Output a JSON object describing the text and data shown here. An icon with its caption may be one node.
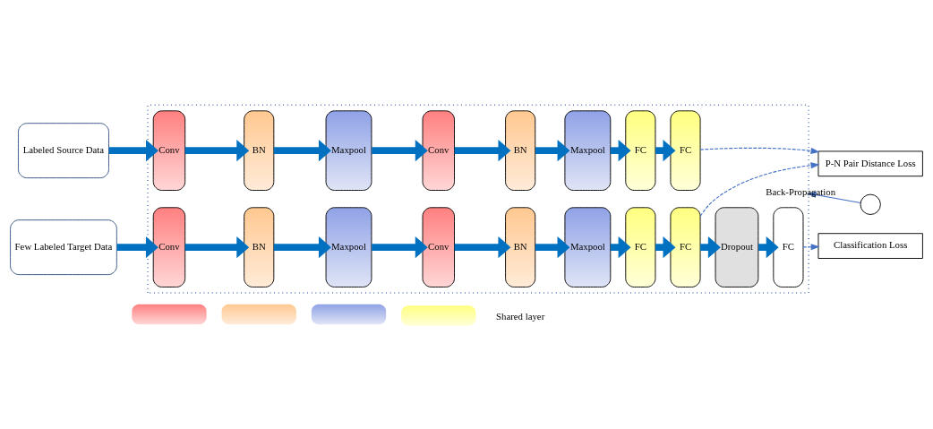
{
  "diagram": {
    "nodes": [
      {
        "text": [],
        "shape": "box"
      },
      {
        "text": [
          "Labeled Source Data"
        ]
      },
      {
        "text": [
          "Conv"
        ],
        "in": 0
      },
      {
        "text": [
          "BN"
        ],
        "in": 0
      },
      {
        "text": [
          "Maxpool"
        ],
        "in": 0
      },
      {
        "text": [
          "Conv"
        ],
        "in": 0
      },
      {
        "text": [
          "BN"
        ],
        "in": 0
      },
      {
        "text": [
          "Maxpool"
        ],
        "in": 0
      },
      {
        "text": [
          "FC"
        ],
        "in": 0
      },
      {
        "text": [
          "FC"
        ],
        "in": 0
      },
      {
        "text": [
          "Few Labeled Target Data"
        ]
      },
      {
        "text": [
          "Conv"
        ],
        "in": 0
      },
      {
        "text": [
          "BN"
        ],
        "in": 0
      },
      {
        "text": [
          "Maxpool"
        ],
        "in": 0
      },
      {
        "text": [
          "Conv"
        ],
        "in": 0
      },
      {
        "text": [
          "BN"
        ],
        "in": 0
      },
      {
        "text": [
          "Maxpool"
        ],
        "in": 0
      },
      {
        "text": [
          "FC"
        ],
        "in": 0
      },
      {
        "text": [
          "FC"
        ],
        "in": 0
      },
      {
        "text": [
          "Dropout"
        ],
        "in": 0
      },
      {
        "text": [
          "FC"
        ],
        "in": 0
      },
      {
        "text": [
          "P-N Pair Distance Loss"
        ]
      },
      {
        "text": [],
        "shape": "circle"
      },
      {
        "text": [
          "Classification Loss"
        ]
      },
      {
        "text": [],
        "shape": "box"
      },
      {
        "text": [],
        "shape": "box"
      },
      {
        "text": [],
        "shape": "box"
      },
      {
        "text": [],
        "shape": "box"
      }
    ],
    "edges": [
      {
        "from": 1,
        "to": 2,
        "arrow": "to"
      },
      {
        "from": 2,
        "to": 3,
        "arrow": "to"
      },
      {
        "from": 3,
        "to": 4,
        "arrow": "to"
      },
      {
        "from": 4,
        "to": 5,
        "arrow": "to"
      },
      {
        "from": 5,
        "to": 6,
        "arrow": "to"
      },
      {
        "from": 6,
        "to": 7,
        "arrow": "to"
      },
      {
        "from": 7,
        "to": 8,
        "arrow": "to"
      },
      {
        "from": 8,
        "to": 9,
        "arrow": "to"
      },
      {
        "from": 9,
        "to": 21,
        "arrow": "to",
        "style": "dashed",
        "color": "#4472c4"
      },
      {
        "from": 10,
        "to": 11,
        "arrow": "to"
      },
      {
        "from": 11,
        "to": 12,
        "arrow": "to"
      },
      {
        "from": 12,
        "to": 13,
        "arrow": "to"
      },
      {
        "from": 13,
        "to": 14,
        "arrow": "to"
      },
      {
        "from": 14,
        "to": 15,
        "arrow": "to"
      },
      {
        "from": 15,
        "to": 16,
        "arrow": "to"
      },
      {
        "from": 16,
        "to": 17,
        "arrow": "to"
      },
      {
        "from": 17,
        "to": 18,
        "arrow": "to"
      },
      {
        "from": 18,
        "to": 19,
        "arrow": "to"
      },
      {
        "from": 19,
        "to": 20,
        "arrow": "to"
      },
      {
        "from": 18,
        "to": 21,
        "arrow": "to",
        "style": "dashed",
        "color": "#4472c4"
      },
      {
        "from": 20,
        "to": 23,
        "arrow": "to",
        "style": "dashed",
        "color": "#4472c4"
      },
      {
        "from": 22,
        "to": 0,
        "arrow": "to",
        "label": "Back-Propagation",
        "color": "#4472c4"
      }
    ],
    "labels": [
      "Shared layer"
    ]
  }
}
